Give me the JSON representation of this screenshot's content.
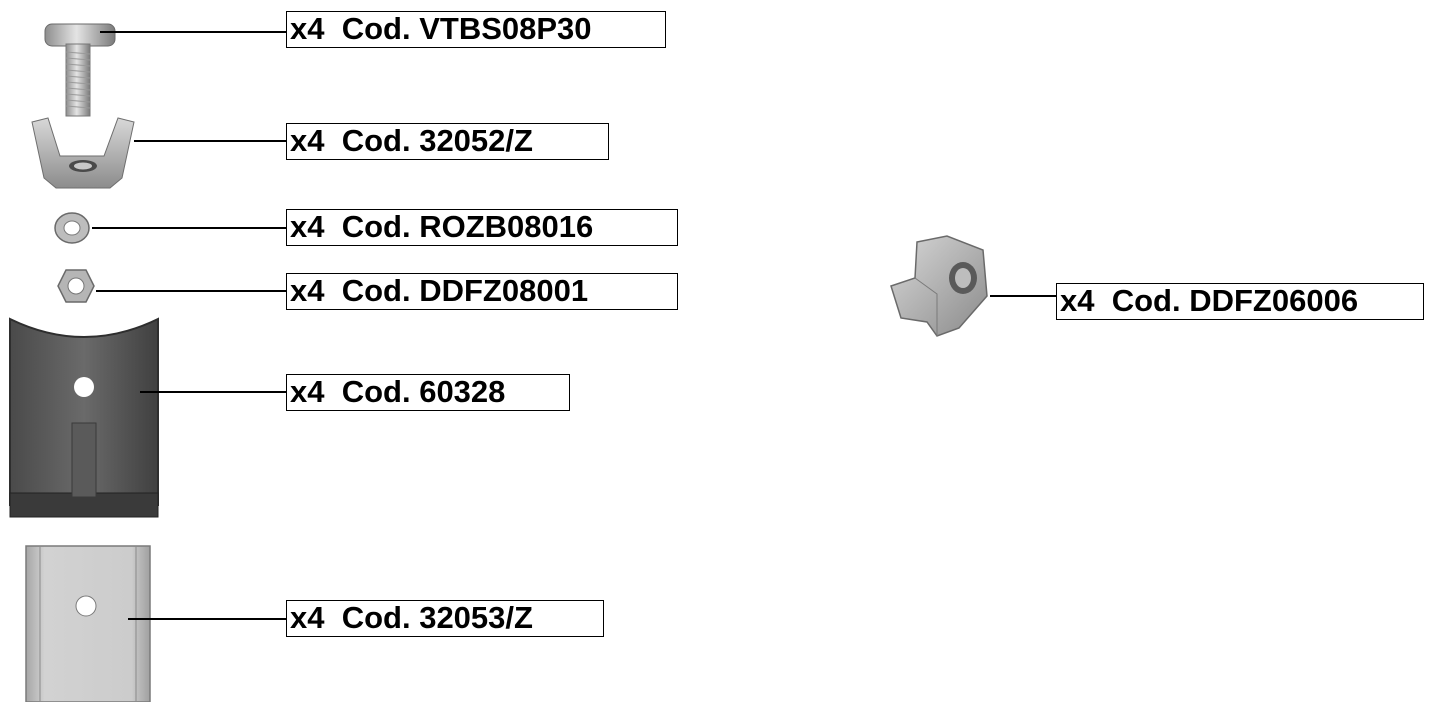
{
  "parts": [
    {
      "id": "bolt",
      "qty": "x4",
      "code": "Cod. VTBS08P30"
    },
    {
      "id": "clamp",
      "qty": "x4",
      "code": "Cod. 32052/Z"
    },
    {
      "id": "washer",
      "qty": "x4",
      "code": "Cod. ROZB08016"
    },
    {
      "id": "hex-nut",
      "qty": "x4",
      "code": "Cod. DDFZ08001"
    },
    {
      "id": "plastic-saddle",
      "qty": "x4",
      "code": "Cod. 60328"
    },
    {
      "id": "metal-plate",
      "qty": "x4",
      "code": "Cod. 32053/Z"
    },
    {
      "id": "cage-nut",
      "qty": "x4",
      "code": "Cod. DDFZ06006"
    }
  ]
}
